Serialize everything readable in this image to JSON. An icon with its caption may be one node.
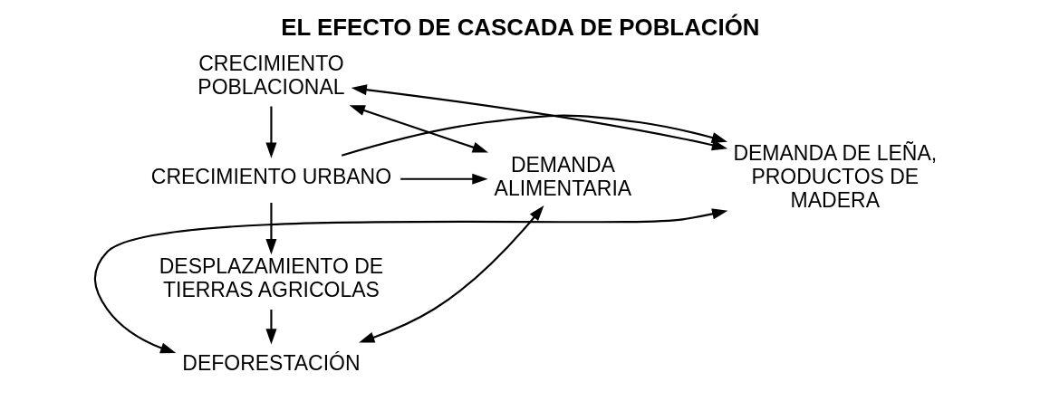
{
  "diagram": {
    "title": "EL EFECTO DE CASCADA DE POBLACIÓN",
    "nodes": [
      {
        "text": [
          "CRECIMIENTO POBLACIONAL"
        ]
      },
      {
        "text": [
          "DEMANDA DE LEÑA, PRODUCTOS DE MADERA"
        ]
      },
      {
        "text": [
          "CRECIMIENTO URBANO"
        ]
      },
      {
        "text": [
          "DEMANDA ALIMENTARIA"
        ]
      },
      {
        "text": [
          "DESPLAZAMIENTO DE TIERRAS AGRICOLAS"
        ]
      },
      {
        "text": [
          "DEFORESTACIÓN"
        ]
      }
    ],
    "edges": [
      {
        "from": 0,
        "to": 1,
        "arrow": "both"
      },
      {
        "from": 0,
        "to": 3,
        "arrow": "both"
      },
      {
        "from": 0,
        "to": 2,
        "arrow": "to"
      },
      {
        "from": 2,
        "to": 1,
        "arrow": "to"
      },
      {
        "from": 2,
        "to": 3,
        "arrow": "to"
      },
      {
        "from": 2,
        "to": 4,
        "arrow": "to"
      },
      {
        "from": 4,
        "to": 5,
        "arrow": "to"
      },
      {
        "from": 1,
        "to": 5,
        "arrow": "both"
      },
      {
        "from": 3,
        "to": 5,
        "arrow": "both"
      }
    ]
  }
}
